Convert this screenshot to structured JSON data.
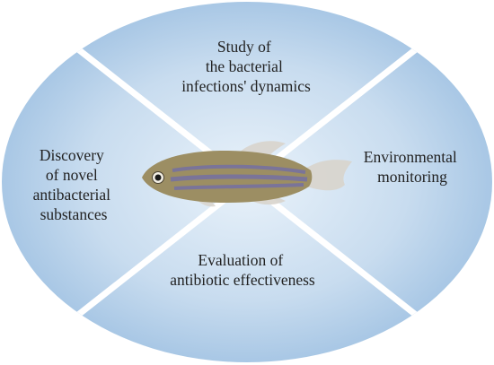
{
  "colors": {
    "ellipse_center": "#e9f2fa",
    "ellipse_mid": "#c8dcef",
    "ellipse_edge": "#9fc1e2",
    "divider": "#ffffff",
    "text": "#222222",
    "fish_body": "#9c8e63",
    "fish_stripe": "#7a7499",
    "fish_fin": "#d8d4cc"
  },
  "quadrants": {
    "top": {
      "lines": [
        "Study of",
        "the bacterial",
        "infections' dynamics"
      ]
    },
    "left": {
      "lines": [
        "Discovery",
        "of novel",
        "antibacterial",
        "substances"
      ]
    },
    "right": {
      "lines": [
        "Environmental",
        "monitoring"
      ]
    },
    "bottom": {
      "lines": [
        "Evaluation of",
        "antibiotic effectiveness"
      ]
    }
  },
  "center_image": {
    "icon": "zebrafish-icon"
  }
}
